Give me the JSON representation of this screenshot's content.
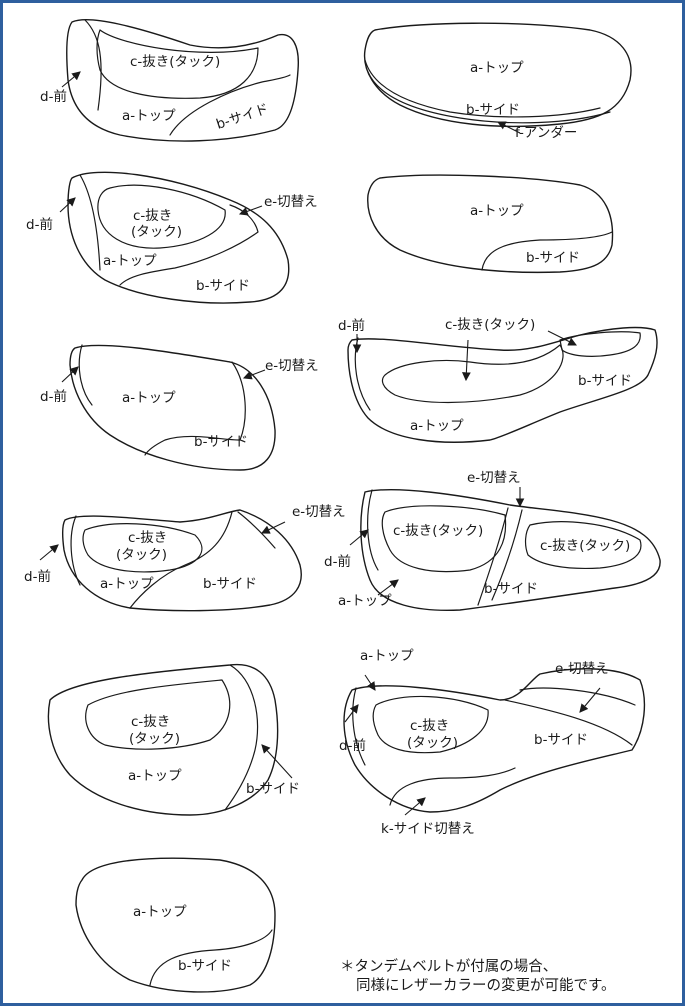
{
  "seats": [
    {
      "labels": [
        "c-抜き(タック)",
        "d-前",
        "a-トップ",
        "b-サイド"
      ]
    },
    {
      "labels": [
        "a-トップ",
        "b-サイド",
        "f-アンダー"
      ]
    },
    {
      "labels": [
        "c-抜き",
        "(タック)",
        "e-切替え",
        "d-前",
        "a-トップ",
        "b-サイド"
      ]
    },
    {
      "labels": [
        "a-トップ",
        "b-サイド"
      ]
    },
    {
      "labels": [
        "e-切替え",
        "d-前",
        "a-トップ",
        "b-サイド"
      ]
    },
    {
      "labels": [
        "c-抜き(タック)",
        "d-前",
        "b-サイド",
        "a-トップ"
      ]
    },
    {
      "labels": [
        "e-切替え",
        "c-抜き",
        "(タック)",
        "d-前",
        "a-トップ",
        "b-サイド"
      ]
    },
    {
      "labels": [
        "e-切替え",
        "c-抜き(タック)",
        "c-抜き(タック)",
        "d-前",
        "a-トップ",
        "b-サイド"
      ]
    },
    {
      "labels": [
        "c-抜き",
        "(タック)",
        "a-トップ",
        "b-サイド"
      ]
    },
    {
      "labels": [
        "a-トップ",
        "e-切替え",
        "c-抜き",
        "(タック)",
        "b-サイド",
        "d-前",
        "k-サイド切替え"
      ]
    },
    {
      "labels": [
        "a-トップ",
        "b-サイド"
      ]
    }
  ],
  "note": {
    "line1": "＊タンデムベルトが付属の場合、",
    "line2": "同様にレザーカラーの変更が可能です。"
  },
  "colors": {
    "frame": "#2e5f9e",
    "ink": "#1a1a1a"
  }
}
